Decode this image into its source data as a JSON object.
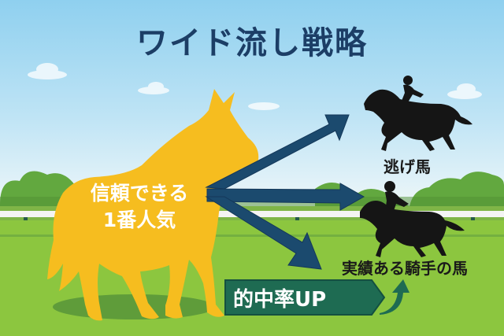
{
  "title": "ワイド流し戦略",
  "axis_horse": {
    "label_line1": "信頼できる",
    "label_line2": "1番人気",
    "color": "#f6bd1f"
  },
  "partners": [
    {
      "label": "逃げ馬",
      "icon": "horse-with-jockey-icon"
    },
    {
      "label": "実績ある騎手の馬",
      "icon": "horse-with-jockey-icon"
    }
  ],
  "badge": {
    "label": "的中率UP",
    "icon": "up-arrow-icon",
    "color": "#1e6b52"
  },
  "colors": {
    "title": "#1c3e66",
    "arrows": "#1b4a6e",
    "sky_top": "#8fd0ef",
    "grass": "#8cc63f",
    "trees": "#5ea83c"
  }
}
